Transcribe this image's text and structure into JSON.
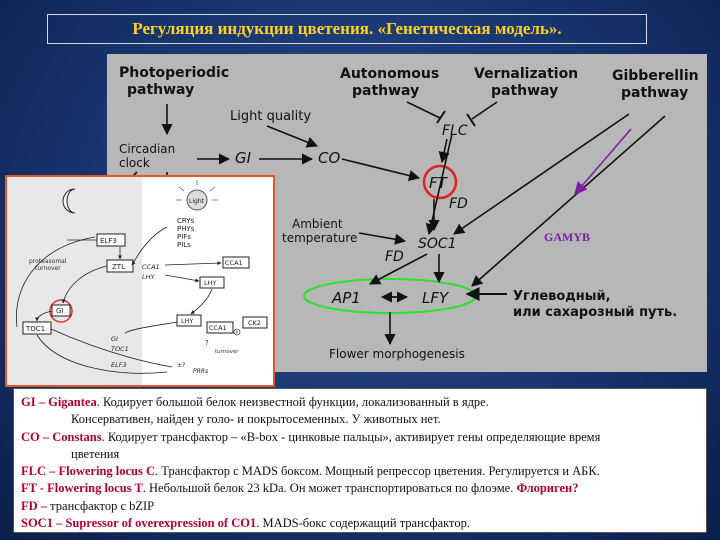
{
  "title": "Регуляция индукции цветения. «Генетическая модель».",
  "diagram": {
    "pathways": {
      "photoperiodic": [
        "Photoperiodic",
        "pathway"
      ],
      "autonomous": [
        "Autonomous",
        "pathway"
      ],
      "vernalization": [
        "Vernalization",
        "pathway"
      ],
      "gibberellin": [
        "Gibberellin",
        "pathway"
      ]
    },
    "light_quality": "Light quality",
    "circadian_clock": [
      "Circadian",
      "clock"
    ],
    "gi": "GI",
    "co": "CO",
    "flc": "FLC",
    "ft": "FT",
    "fd": "FD",
    "soc1": "SOC1",
    "ambient": [
      "Ambient",
      "temperature"
    ],
    "fd2": "FD",
    "ap1": "AP1",
    "lfy": "LFY",
    "flower_morphogenesis": "Flower morphogenesis",
    "gamyb": "GAMYB",
    "carb_note": [
      "Углеводный,",
      "или сахарозный путь."
    ]
  },
  "inset": {
    "light": "Light",
    "photoreceptors": [
      "CRYs",
      "PHYs",
      "PIFs",
      "PILs"
    ],
    "elf3": "ELF3",
    "ztl": "ZTL",
    "proteasomal": [
      "proteasomal",
      "turnover"
    ],
    "gi": "GI",
    "toc1": "TOC1",
    "cca1": "CCA1",
    "lhy": "LHY",
    "ck2": "CK2",
    "turnover": "turnover",
    "p": "P",
    "q": "?",
    "prrs": "PRRs",
    "x": "±?",
    "out_gi": "GI",
    "out_toc1": "TOC1",
    "out_elf3": "ELF3",
    "cca1b": "CCA1",
    "lhyb": "LHY"
  },
  "captions": [
    {
      "term": "GI –  ",
      "name": "Gigantea",
      "text": ". Кодирует большой белок неизвестной функции, локализованный в ядре."
    },
    {
      "cont": "Консервативен, найден у голо- и покрытосеменных. У животных нет."
    },
    {
      "term": "CO –  ",
      "name": "Constans",
      "text": ". Кодирует трансфактор – «B-box - цинковые пальцы», активирует гены определяющие время"
    },
    {
      "cont": "цветения"
    },
    {
      "term": "FLC –  ",
      "name": "Flowering locus C",
      "text": ". Трансфактор с MADS боксом. Мощный репрессор цветения. Регулируется и АБК."
    },
    {
      "term": "FT -    ",
      "name": "Flowering locus T",
      "text": ". Небольшой белок 23 kDa. Он может транспортироваться по флоэме. ",
      "extra": "Флориген?"
    },
    {
      "term": "FD –  ",
      "text": " трансфактор с bZIP"
    },
    {
      "term": "SOC1 – ",
      "name": "Supressor of overexpression of CO1",
      "text": ".  MADS-бокс содержащий трансфактор."
    }
  ]
}
